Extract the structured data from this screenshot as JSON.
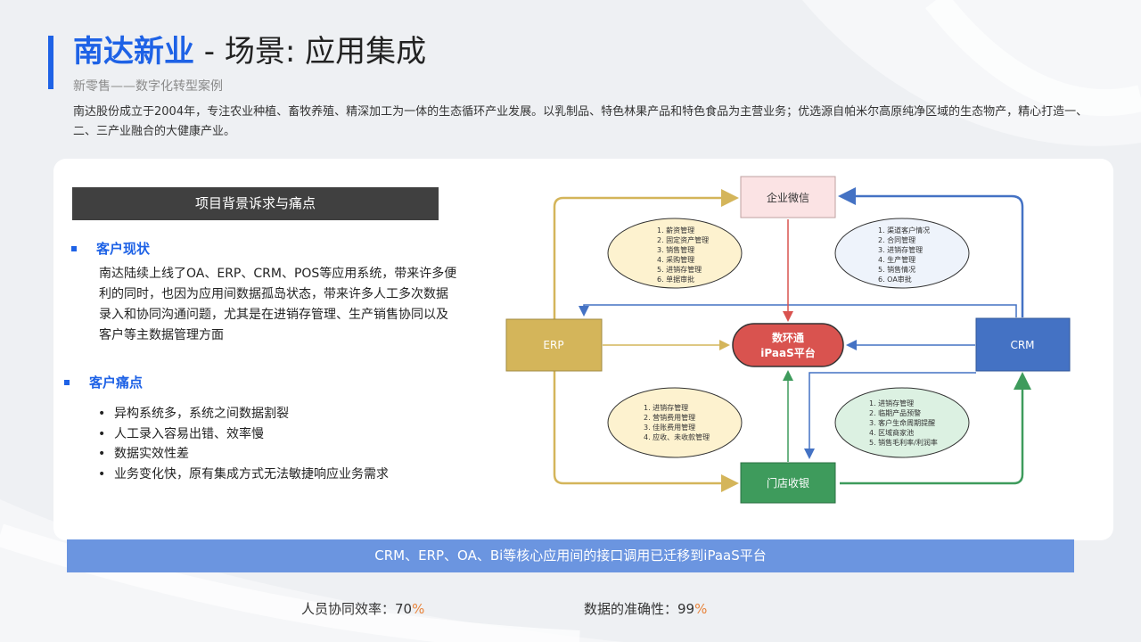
{
  "header": {
    "brand": "南达新业",
    "separator": " - ",
    "title": "场景: 应用集成",
    "subtitle": "新零售——数字化转型案例"
  },
  "intro": "南达股份成立于2004年，专注农业种植、畜牧养殖、精深加工为一体的生态循环产业发展。以乳制品、特色林果产品和特色食品为主营业务；优选源自帕米尔高原纯净区域的生态物产，精心打造一、二、三产业融合的大健康产业。",
  "left": {
    "section_title": "项目背景诉求与痛点",
    "status_heading": "客户现状",
    "status_text": "南达陆续上线了OA、ERP、CRM、POS等应用系统，带来许多便利的同时，也因为应用间数据孤岛状态，带来许多人工多次数据录入和协同沟通问题，尤其是在进销存管理、生产销售协同以及客户等主数据管理方面",
    "pain_heading": "客户痛点",
    "pain_points": [
      "异构系统多，系统之间数据割裂",
      "人工录入容易出错、效率慢",
      "数据实效性差",
      "业务变化快，原有集成方式无法敏捷响应业务需求"
    ]
  },
  "diagram": {
    "wechat": "企业微信",
    "erp": "ERP",
    "crm": "CRM",
    "hub_line1": "数环通",
    "hub_line2": "iPaaS平台",
    "store": "门店收银",
    "ellipse_top_left": [
      "1. 薪资管理",
      "2. 固定资产管理",
      "3. 销售管理",
      "4. 采购管理",
      "5. 进销存管理",
      "6. 单据审批"
    ],
    "ellipse_top_right": [
      "1. 渠道客户情况",
      "2. 合同管理",
      "3. 进销存管理",
      "4. 生产管理",
      "5. 销售情况",
      "6. OA审批"
    ],
    "ellipse_bottom_left": [
      "1. 进销存管理",
      "2. 营销费用管理",
      "3. 佳账费用管理",
      "4. 应收、未收款管理"
    ],
    "ellipse_bottom_right": [
      "1. 进销存管理",
      "2. 临期产品预警",
      "3. 客户生命周期提醒",
      "4. 区域商家池",
      "5. 销售毛利率/利润率"
    ],
    "colors": {
      "gold": "#d4b55a",
      "blue": "#4472c4",
      "green": "#3e9b5c",
      "red": "#d9534f",
      "wechat_fill": "#fbe3e4"
    }
  },
  "banner": "CRM、ERP、OA、Bi等核心应用间的接口调用已迁移到iPaaS平台",
  "metrics": [
    {
      "label": "人员协同效率：",
      "value": "70",
      "unit": "%"
    },
    {
      "label": "数据的准确性：",
      "value": "99",
      "unit": "%"
    }
  ]
}
